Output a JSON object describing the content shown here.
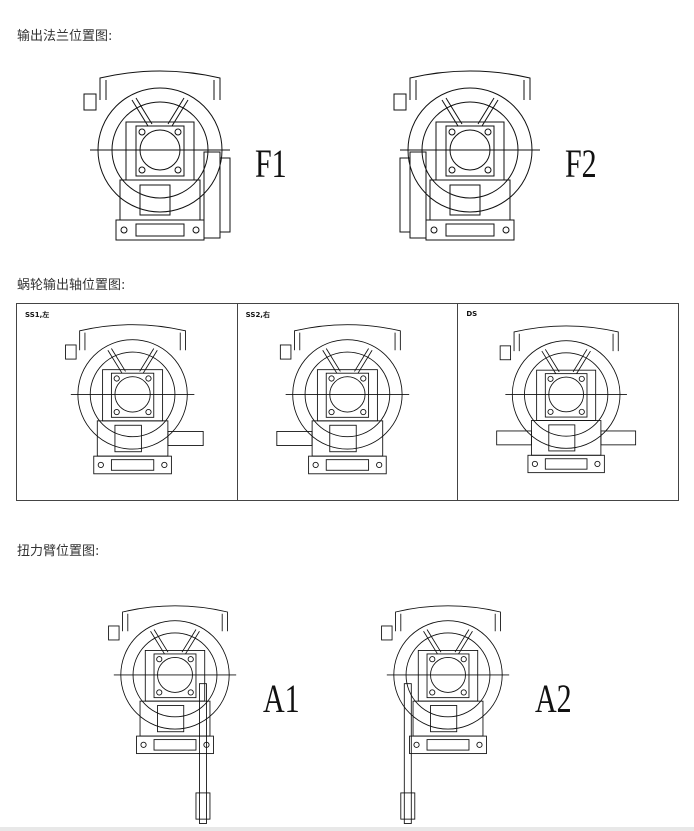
{
  "sections": {
    "flange": {
      "heading": "输出法兰位置图:",
      "labels": [
        "F1",
        "F2"
      ]
    },
    "shaft": {
      "heading": "蜗轮输出轴位置图:",
      "labels": [
        "SS1,左",
        "SS2,右",
        "DS"
      ]
    },
    "arm": {
      "heading": "扭力臂位置图:",
      "labels": [
        "A1",
        "A2"
      ]
    }
  }
}
